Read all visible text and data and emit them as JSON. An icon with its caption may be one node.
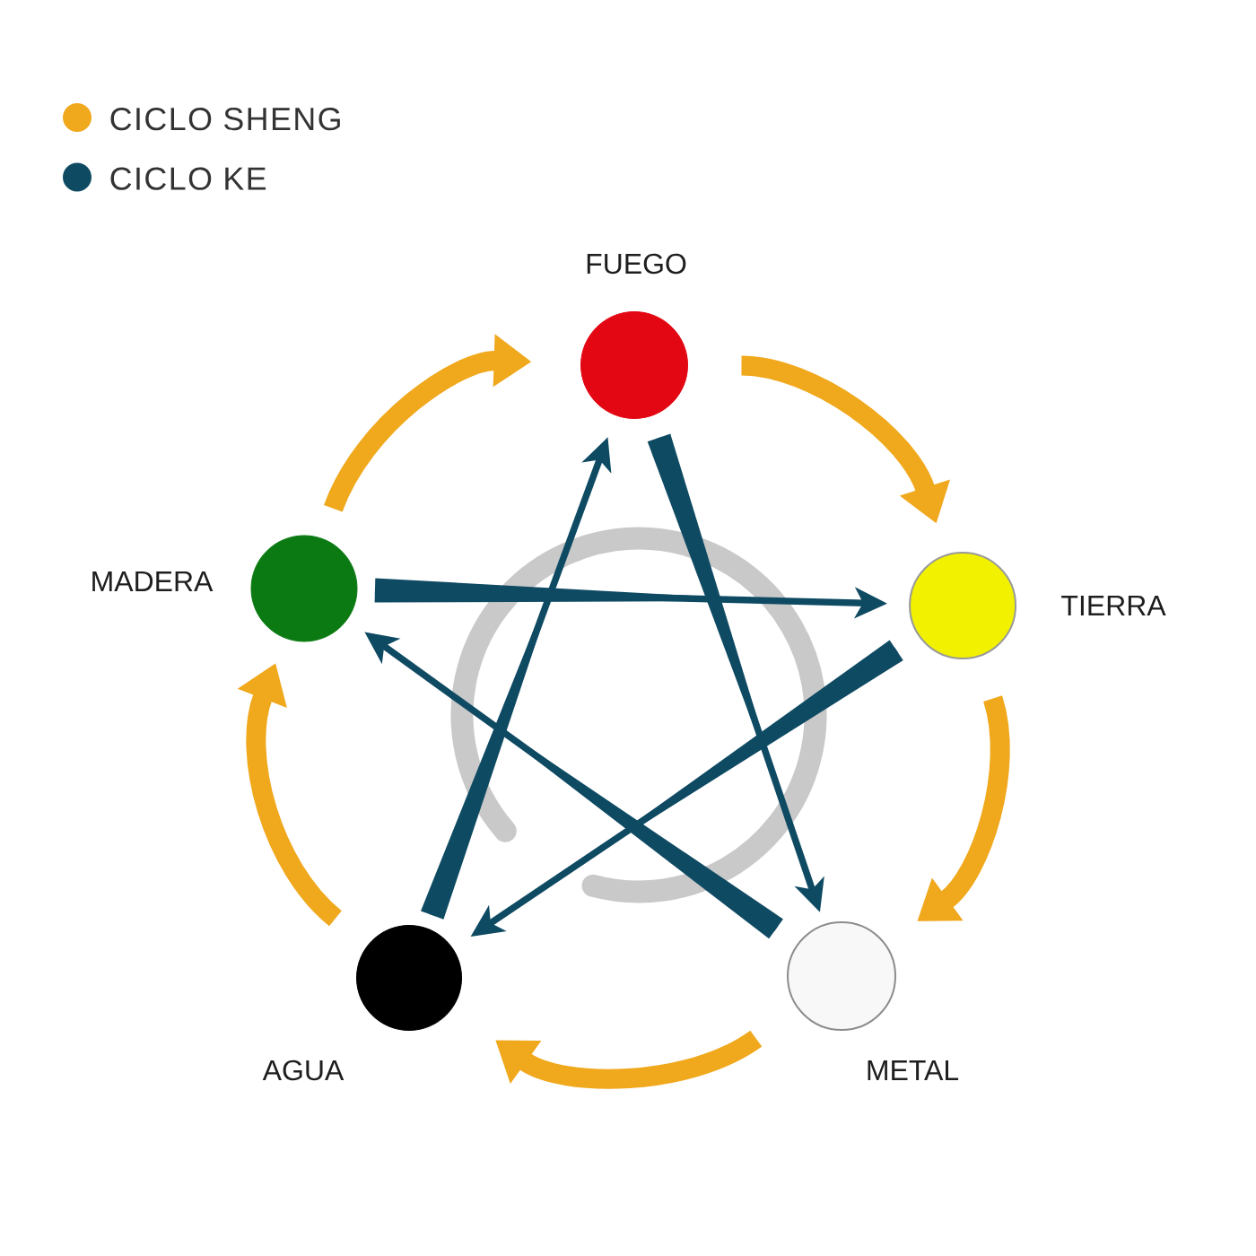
{
  "diagram": {
    "nodes": [
      {
        "text": [
          "FUEGO"
        ]
      },
      {
        "text": [
          "MADERA"
        ]
      },
      {
        "text": [
          "TIERRA"
        ]
      },
      {
        "text": [
          "AGUA"
        ]
      },
      {
        "text": [
          "METAL"
        ]
      }
    ],
    "edges": [
      {
        "from": 0,
        "to": 2,
        "arrow": "to",
        "style": "thick",
        "color": "#f0a81c"
      },
      {
        "from": 2,
        "to": 4,
        "arrow": "to",
        "style": "thick",
        "color": "#f0a81c"
      },
      {
        "from": 4,
        "to": 3,
        "arrow": "to",
        "style": "thick",
        "color": "#f0a81c"
      },
      {
        "from": 3,
        "to": 1,
        "arrow": "to",
        "style": "thick",
        "color": "#f0a81c"
      },
      {
        "from": 1,
        "to": 0,
        "arrow": "to",
        "style": "thick",
        "color": "#f0a81c"
      },
      {
        "from": 0,
        "to": 4,
        "arrow": "to",
        "color": "#0f4a63"
      },
      {
        "from": 4,
        "to": 1,
        "arrow": "to",
        "color": "#0f4a63"
      },
      {
        "from": 1,
        "to": 2,
        "arrow": "to",
        "color": "#0f4a63"
      },
      {
        "from": 2,
        "to": 3,
        "arrow": "to",
        "color": "#0f4a63"
      },
      {
        "from": 3,
        "to": 0,
        "arrow": "to",
        "color": "#0f4a63"
      }
    ],
    "legend": [
      {
        "text": "CICLO SHENG",
        "color": "#f0a81c"
      },
      {
        "text": "CICLO KE",
        "color": "#0f4a63"
      }
    ]
  }
}
